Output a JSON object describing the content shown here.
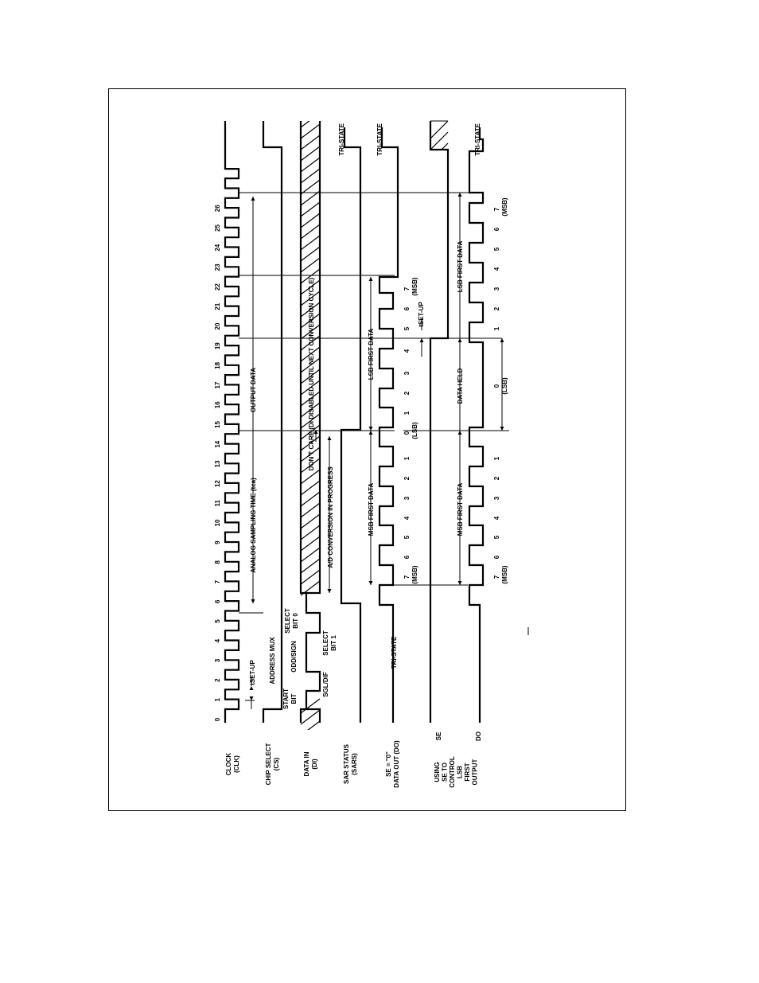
{
  "diagram": {
    "clock_numbers": [
      "0",
      "1",
      "2",
      "3",
      "4",
      "5",
      "6",
      "7",
      "8",
      "9",
      "10",
      "11",
      "12",
      "13",
      "14",
      "15",
      "16",
      "17",
      "18",
      "19",
      "20",
      "21",
      "22",
      "23",
      "24",
      "25",
      "26"
    ],
    "signals": {
      "clk": [
        "CLOCK",
        "(CLK)"
      ],
      "cs": [
        "CHIP SELECT",
        "(CS)"
      ],
      "di": [
        "DATA IN",
        "(DI)"
      ],
      "sars": [
        "SAR STATUS",
        "(SARS)"
      ],
      "do": [
        "SE = \"0\"",
        "DATA OUT (DO)"
      ],
      "using": [
        "USING",
        "SE TO",
        "CONTROL",
        "LSB",
        "FIRST",
        "OUTPUT"
      ],
      "se": "SE",
      "do2": "DO"
    },
    "labels": {
      "tri_state": "TRI-STATE",
      "t_setup": "tSET-UP",
      "address_mux": "ADDRESS MUX",
      "start_bit": [
        "START",
        "BIT"
      ],
      "odd_sign": "ODD/SIGN",
      "sgl_dif": "SGL/DIF",
      "select_bit1": [
        "SELECT",
        "BIT 1"
      ],
      "select_bit0": [
        "SELECT",
        "BIT 0"
      ],
      "analog_sampling": "ANALOG SAMPLING TIME (tca)",
      "output_data": "OUTPUT DATA",
      "dont_care": "DON'T CARE (DI DISABLED UNTIL NEXT CONVERSION CYCLE)",
      "ad_conversion": "A/D CONVERSION IN PROGRESS",
      "msb_first_data": "MSB FIRST DATA",
      "lsb_first_data": "LSB FIRST DATA",
      "data_held": "DATA HELD",
      "msb": "(MSB)",
      "lsb": "(LSB)"
    },
    "do_msb_bits": [
      "7",
      "6",
      "5",
      "4",
      "3",
      "2",
      "1",
      "0"
    ],
    "do_lsb_bits": [
      "1",
      "2",
      "3",
      "4",
      "5",
      "6",
      "7"
    ],
    "do2_msb_bits": [
      "7",
      "6",
      "5",
      "4",
      "3",
      "2",
      "1"
    ],
    "do2_lsb_held_bit": "0",
    "do2_lsb_bits": [
      "1",
      "2",
      "3",
      "4",
      "5",
      "6",
      "7"
    ]
  }
}
